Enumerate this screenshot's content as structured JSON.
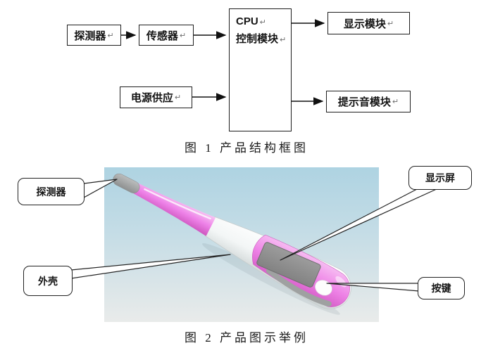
{
  "figure1": {
    "caption": "图 1 产品结构框图",
    "paragraph_mark": "↵",
    "boxes": {
      "detector": "探测器",
      "sensor": "传感器",
      "cpu_line1": "CPU",
      "cpu_line2": "控制模块",
      "display": "显示模块",
      "power": "电源供应",
      "beeper": "提示音模块"
    },
    "connections": [
      "探测器 → 传感器",
      "传感器 → CPU控制模块",
      "电源供应 → CPU控制模块",
      "CPU控制模块 → 显示模块",
      "CPU控制模块 → 提示音模块"
    ]
  },
  "figure2": {
    "caption": "图 2 产品图示举例",
    "callouts": {
      "detector": "探测器",
      "screen": "显示屏",
      "shell": "外壳",
      "button": "按键"
    },
    "colors": {
      "thermometer_pink": "#ee7fe8",
      "tip_gray": "#9c9d9d",
      "lcd_gray": "#8b8b8b",
      "strip_gray": "#9fa1a1",
      "photo_bg_top": "#b0d4e3",
      "photo_bg_bottom": "#e9ebea"
    }
  }
}
